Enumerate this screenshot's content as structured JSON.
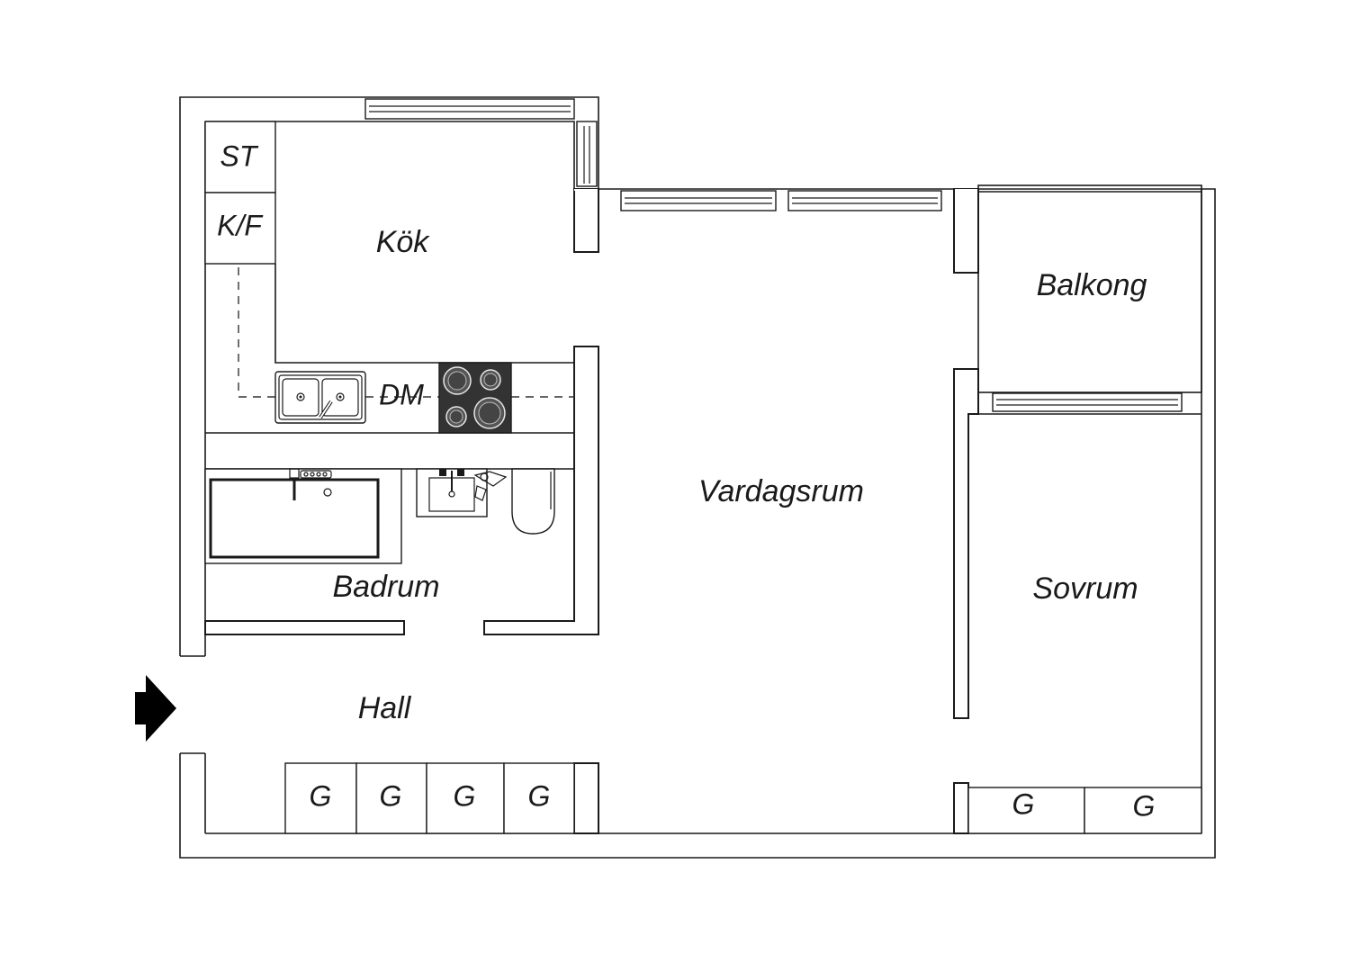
{
  "rooms": {
    "kitchen": "Kök",
    "living_room": "Vardagsrum",
    "balcony": "Balkong",
    "bedroom": "Sovrum",
    "bathroom": "Badrum",
    "hall": "Hall"
  },
  "appliances": {
    "storage": "ST",
    "fridge_freezer": "K/F",
    "dishwasher": "DM"
  },
  "wardrobes": {
    "hall_1": "G",
    "hall_2": "G",
    "hall_3": "G",
    "hall_4": "G",
    "bedroom_1": "G",
    "bedroom_2": "G"
  },
  "icons": {
    "entrance": "entrance-arrow-icon"
  },
  "colors": {
    "line": "#1a1a1a",
    "stove": "#333333",
    "background": "#ffffff"
  }
}
